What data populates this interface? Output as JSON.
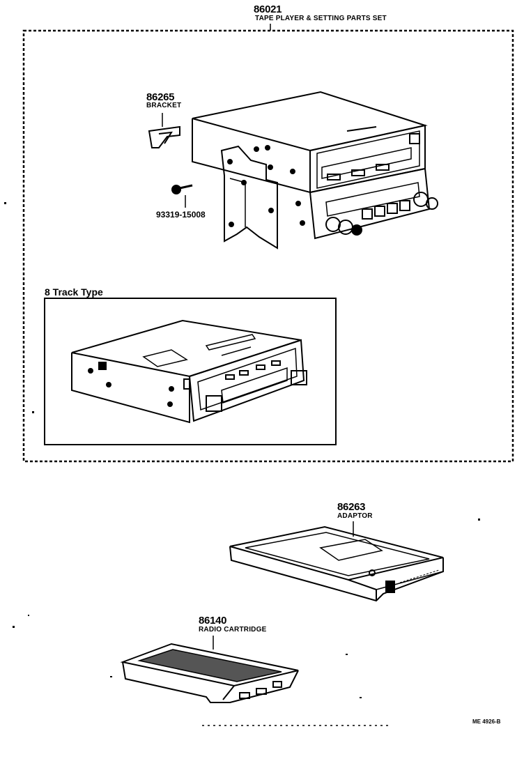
{
  "parts_set": {
    "number": "86021",
    "name": "TAPE PLAYER & SETTING PARTS SET"
  },
  "bracket": {
    "number": "86265",
    "name": "BRACKET"
  },
  "screw": {
    "number": "93319-15008"
  },
  "eight_track": {
    "title": "8 Track Type"
  },
  "adaptor": {
    "number": "86263",
    "name": "ADAPTOR"
  },
  "radio_cartridge": {
    "number": "86140",
    "name": "RADIO CARTRIDGE"
  },
  "diagram_code": "ME 4926-B"
}
